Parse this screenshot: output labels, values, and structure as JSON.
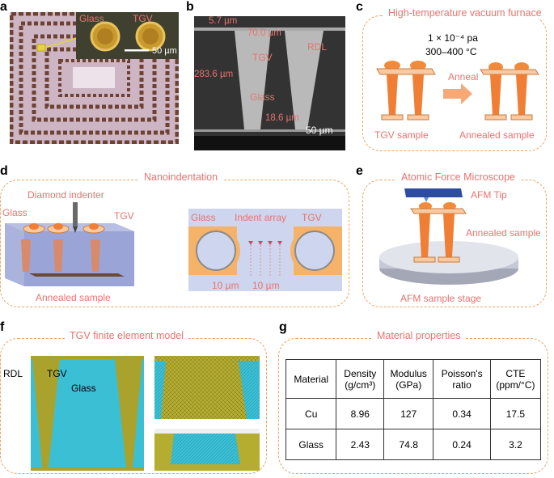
{
  "panels": {
    "a": {
      "label": "a",
      "glass": "Glass",
      "tgv": "TGV",
      "scale": "50 µm"
    },
    "b": {
      "label": "b",
      "top_thickness": "5.7 µm",
      "top_diameter": "70.0 µm",
      "rdl": "RDL",
      "tgv": "TGV",
      "height": "283.6 µm",
      "glass": "Glass",
      "bottom_diameter": "18.6 µm",
      "scale": "50 µm"
    },
    "c": {
      "label": "c",
      "title": "High-temperature vacuum furnace",
      "pressure": "1 × 10⁻⁴ pa",
      "temperature": "300–400 °C",
      "anneal": "Anneal",
      "tgv_sample": "TGV sample",
      "annealed_sample": "Annealed sample"
    },
    "d": {
      "label": "d",
      "title": "Nanoindentation",
      "glass": "Glass",
      "diamond_indenter": "Diamond indenter",
      "tgv": "TGV",
      "annealed_sample": "Annealed sample",
      "glass2": "Glass",
      "indent_array": "Indent array",
      "tgv2": "TGV",
      "spacing_x": "10 µm",
      "spacing_y": "10 µm"
    },
    "e": {
      "label": "e",
      "title": "Atomic Force Microscope",
      "afm_tip": "AFM Tip",
      "annealed_sample": "Annealed sample",
      "stage": "AFM sample stage"
    },
    "f": {
      "label": "f",
      "title": "TGV finite element model",
      "rdl": "RDL",
      "tgv": "TGV",
      "glass": "Glass"
    },
    "g": {
      "label": "g",
      "title": "Material properties"
    }
  },
  "material_table": {
    "headers": [
      "Material",
      "Density (g/cm³)",
      "Modulus (GPa)",
      "Poisson's ratio",
      "CTE (ppm/°C)"
    ],
    "rows": [
      [
        "Cu",
        "8.96",
        "127",
        "0.34",
        "17.5"
      ],
      [
        "Glass",
        "2.43",
        "74.8",
        "0.24",
        "3.2"
      ]
    ]
  },
  "colors": {
    "accent": "#e8736f",
    "dash": "#f0a35e",
    "copper": "#f07e35",
    "glass_blue": "#3bbfd5",
    "fem_olive": "#a9a22d"
  }
}
